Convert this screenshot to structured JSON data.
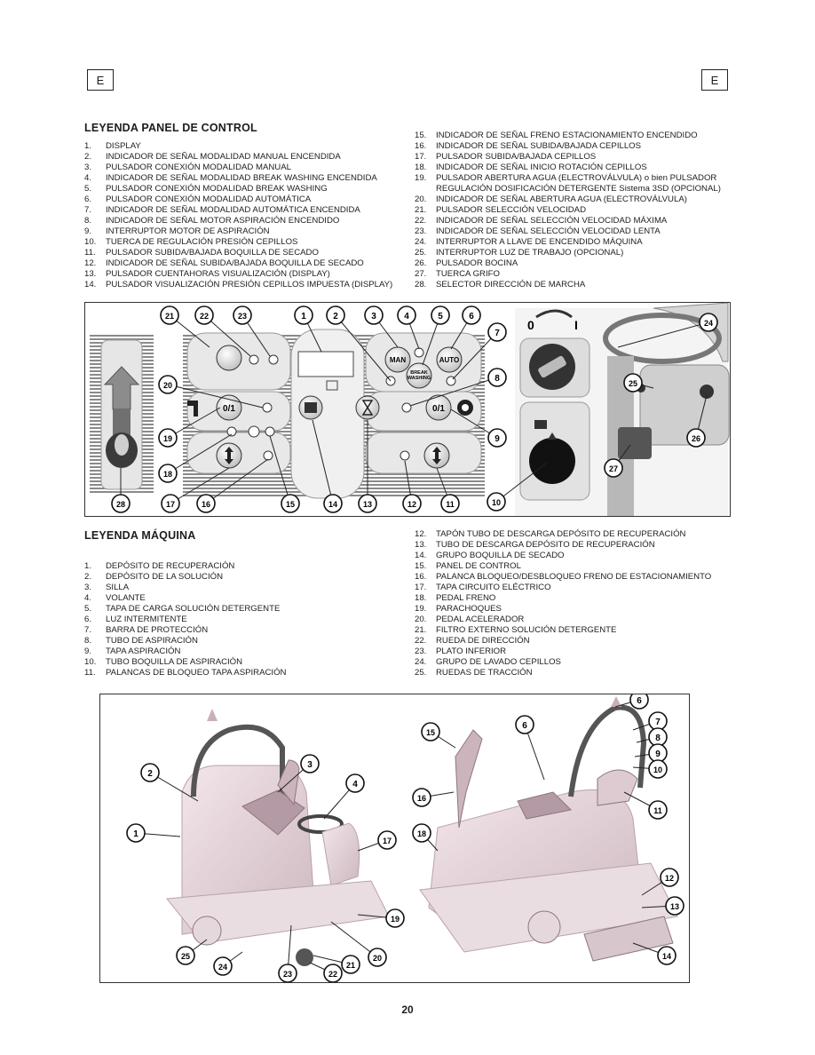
{
  "header": {
    "tab_left": "E",
    "tab_right": "E"
  },
  "control_panel_legend": {
    "title": "LEYENDA PANEL DE CONTROL",
    "left_items": [
      {
        "n": "1.",
        "t": "DISPLAY"
      },
      {
        "n": "2.",
        "t": "INDICADOR DE SEÑAL MODALIDAD MANUAL ENCENDIDA"
      },
      {
        "n": "3.",
        "t": "PULSADOR CONEXIÓN MODALIDAD MANUAL"
      },
      {
        "n": "4.",
        "t": "INDICADOR DE SEÑAL MODALIDAD BREAK WASHING ENCENDIDA"
      },
      {
        "n": "5.",
        "t": "PULSADOR CONEXIÓN MODALIDAD BREAK WASHING"
      },
      {
        "n": "6.",
        "t": "PULSADOR CONEXIÓN MODALIDAD AUTOMÁTICA"
      },
      {
        "n": "7.",
        "t": "INDICADOR DE SEÑAL MODALIDAD AUTOMÁTICA ENCENDIDA"
      },
      {
        "n": "8.",
        "t": "INDICADOR DE SEÑAL MOTOR ASPIRACIÓN ENCENDIDO"
      },
      {
        "n": "9.",
        "t": "INTERRUPTOR MOTOR DE ASPIRACIÓN"
      },
      {
        "n": "10.",
        "t": "TUERCA DE REGULACIÓN PRESIÓN CEPILLOS"
      },
      {
        "n": "11.",
        "t": "PULSADOR SUBIDA/BAJADA BOQUILLA DE SECADO"
      },
      {
        "n": "12.",
        "t": "INDICADOR DE SEÑAL SUBIDA/BAJADA BOQUILLA DE SECADO"
      },
      {
        "n": "13.",
        "t": "PULSADOR CUENTAHORAS VISUALIZACIÓN (DISPLAY)"
      },
      {
        "n": "14.",
        "t": "PULSADOR VISUALIZACIÓN PRESIÓN CEPILLOS IMPUESTA (DISPLAY)"
      }
    ],
    "right_items": [
      {
        "n": "15.",
        "t": "INDICADOR DE SEÑAL FRENO ESTACIONAMIENTO ENCENDIDO"
      },
      {
        "n": "16.",
        "t": "INDICADOR DE SEÑAL SUBIDA/BAJADA CEPILLOS"
      },
      {
        "n": "17.",
        "t": "PULSADOR SUBIDA/BAJADA CEPILLOS"
      },
      {
        "n": "18.",
        "t": "INDICADOR DE SEÑAL INICIO ROTACIÓN CEPILLOS"
      },
      {
        "n": "19.",
        "t": "PULSADOR ABERTURA AGUA (ELECTROVÁLVULA) o bien PULSADOR REGULACIÓN DOSIFICACIÓN DETERGENTE Sistema 3SD (OPCIONAL)"
      },
      {
        "n": "20.",
        "t": "INDICADOR DE SEÑAL ABERTURA AGUA (ELECTROVÁLVULA)"
      },
      {
        "n": "21.",
        "t": "PULSADOR SELECCIÓN VELOCIDAD"
      },
      {
        "n": "22.",
        "t": "INDICADOR DE SEÑAL SELECCIÓN VELOCIDAD MÁXIMA"
      },
      {
        "n": "23.",
        "t": "INDICADOR DE SEÑAL SELECCIÓN VELOCIDAD LENTA"
      },
      {
        "n": "24.",
        "t": "INTERRUPTOR A LLAVE DE ENCENDIDO MÁQUINA"
      },
      {
        "n": "25.",
        "t": "INTERRUPTOR LUZ DE TRABAJO (OPCIONAL)"
      },
      {
        "n": "26.",
        "t": "PULSADOR BOCINA"
      },
      {
        "n": "27.",
        "t": "TUERCA GRIFO"
      },
      {
        "n": "28.",
        "t": "SELECTOR DIRECCIÓN DE MARCHA"
      }
    ]
  },
  "panel_figure": {
    "button_labels": {
      "man": "MAN",
      "break": "BREAK",
      "washing": "WASHING",
      "auto": "AUTO",
      "on_off": "0/1",
      "key_off": "0",
      "key_on": "I"
    },
    "callouts": [
      "1",
      "2",
      "3",
      "4",
      "5",
      "6",
      "7",
      "8",
      "9",
      "10",
      "11",
      "12",
      "13",
      "14",
      "15",
      "16",
      "17",
      "18",
      "19",
      "20",
      "21",
      "22",
      "23",
      "24",
      "25",
      "26",
      "27",
      "28"
    ]
  },
  "machine_legend": {
    "title": "LEYENDA MÁQUINA",
    "left_items": [
      {
        "n": "1.",
        "t": "DEPÓSITO DE RECUPERACIÓN"
      },
      {
        "n": "2.",
        "t": "DEPÓSITO DE LA SOLUCIÓN"
      },
      {
        "n": "3.",
        "t": "SILLA"
      },
      {
        "n": "4.",
        "t": "VOLANTE"
      },
      {
        "n": "5.",
        "t": "TAPA DE CARGA SOLUCIÓN DETERGENTE"
      },
      {
        "n": "6.",
        "t": "LUZ INTERMITENTE"
      },
      {
        "n": "7.",
        "t": "BARRA DE PROTECCIÓN"
      },
      {
        "n": "8.",
        "t": "TUBO DE ASPIRACIÓN"
      },
      {
        "n": "9.",
        "t": "TAPA ASPIRACIÓN"
      },
      {
        "n": "10.",
        "t": "TUBO BOQUILLA DE ASPIRACIÓN"
      },
      {
        "n": "11.",
        "t": "PALANCAS DE BLOQUEO TAPA ASPIRACIÓN"
      }
    ],
    "right_items": [
      {
        "n": "12.",
        "t": "TAPÓN TUBO DE DESCARGA DEPÓSITO DE RECUPERACIÓN"
      },
      {
        "n": "13.",
        "t": "TUBO DE DESCARGA DEPÓSITO DE RECUPERACIÓN"
      },
      {
        "n": "14.",
        "t": "GRUPO BOQUILLA DE SECADO"
      },
      {
        "n": "15.",
        "t": "PANEL DE CONTROL"
      },
      {
        "n": "16.",
        "t": "PALANCA BLOQUEO/DESBLOQUEO FRENO DE ESTACIONAMIENTO"
      },
      {
        "n": "17.",
        "t": "TAPA CIRCUITO ELÉCTRICO"
      },
      {
        "n": "18.",
        "t": "PEDAL FRENO"
      },
      {
        "n": "19.",
        "t": "PARACHOQUES"
      },
      {
        "n": "20.",
        "t": "PEDAL ACELERADOR"
      },
      {
        "n": "21.",
        "t": "FILTRO EXTERNO SOLUCIÓN DETERGENTE"
      },
      {
        "n": "22.",
        "t": "RUEDA DE DIRECCIÓN"
      },
      {
        "n": "23.",
        "t": "PLATO INFERIOR"
      },
      {
        "n": "24.",
        "t": "GRUPO DE LAVADO CEPILLOS"
      },
      {
        "n": "25.",
        "t": "RUEDAS DE TRACCIÓN"
      }
    ]
  },
  "machine_figure": {
    "left_callouts": [
      "1",
      "2",
      "3",
      "4",
      "17",
      "19",
      "20",
      "21",
      "22",
      "23",
      "24",
      "25"
    ],
    "right_callouts": [
      "6",
      "6",
      "7",
      "8",
      "9",
      "10",
      "11",
      "12",
      "13",
      "14",
      "15",
      "16",
      "18"
    ]
  },
  "footer": {
    "page_number": "20"
  }
}
